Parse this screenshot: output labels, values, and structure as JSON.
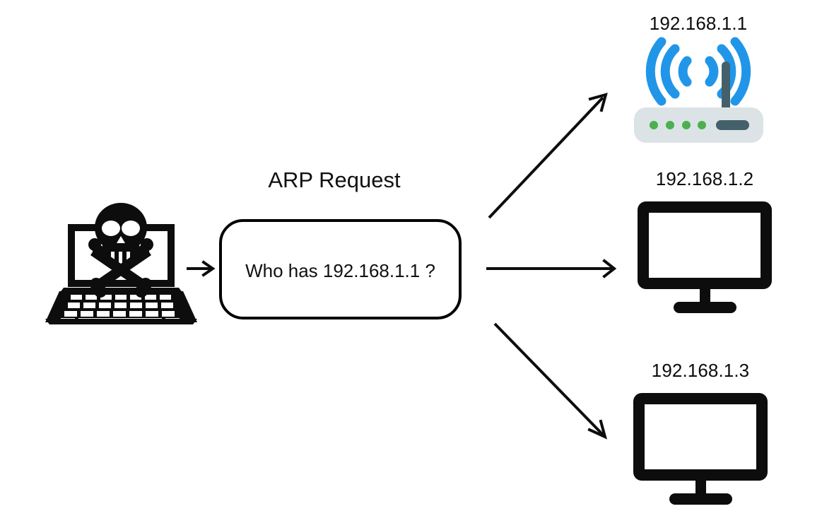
{
  "diagram": {
    "title": "ARP Request",
    "background_color": "#ffffff",
    "stroke_color": "#000000",
    "type": "network-arp-broadcast"
  },
  "attacker": {
    "icon": "laptop-skull-icon",
    "description": "attacker laptop with skull and crossbones"
  },
  "message": {
    "text": "Who has 192.168.1.1 ?",
    "label": "ARP Request"
  },
  "targets": [
    {
      "ip": "192.168.1.1",
      "icon": "wifi-router-icon",
      "device": "router",
      "colors": {
        "body": "#dce3e6",
        "wifi": "#2196e8",
        "led": "#4caf50",
        "port": "#44606b"
      }
    },
    {
      "ip": "192.168.1.2",
      "icon": "desktop-monitor-icon",
      "device": "computer",
      "colors": {
        "body": "#0d0d0d",
        "screen": "#ffffff"
      }
    },
    {
      "ip": "192.168.1.3",
      "icon": "desktop-monitor-icon",
      "device": "computer",
      "colors": {
        "body": "#0d0d0d",
        "screen": "#ffffff"
      }
    }
  ],
  "arrows": [
    {
      "name": "attacker-to-message",
      "direction": "right"
    },
    {
      "name": "message-to-router",
      "direction": "up-right"
    },
    {
      "name": "message-to-computer-2",
      "direction": "right"
    },
    {
      "name": "message-to-computer-3",
      "direction": "down-right"
    }
  ]
}
